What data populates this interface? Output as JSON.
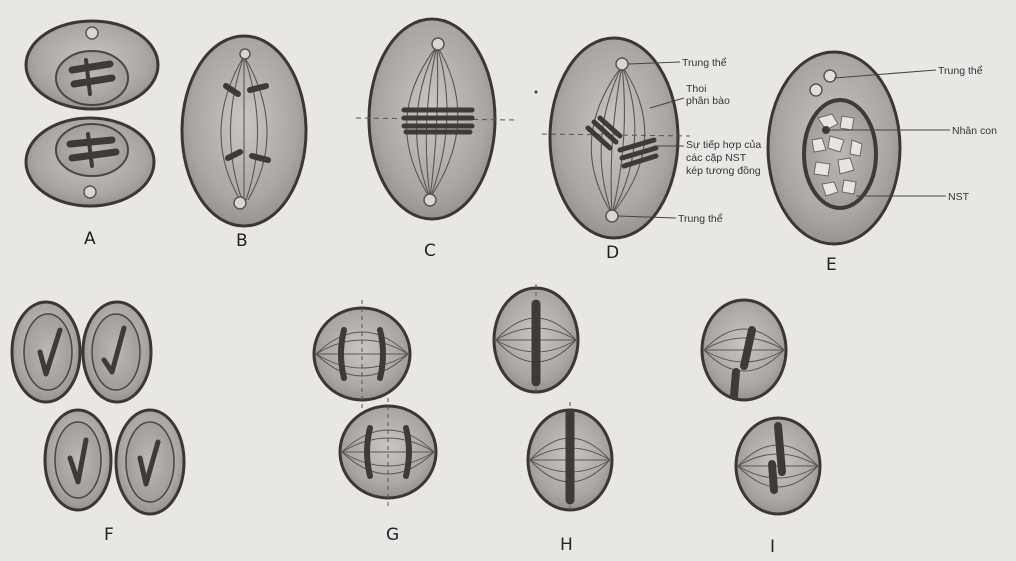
{
  "panels": {
    "A": "A",
    "B": "B",
    "C": "C",
    "D": "D",
    "E": "E",
    "F": "F",
    "G": "G",
    "H": "H",
    "I": "I"
  },
  "annotations": {
    "d_centrosome_top": "Trung thể",
    "d_spindle_1": "Thoi",
    "d_spindle_2": "phân bào",
    "d_pairing_1": "Sự tiếp hợp của",
    "d_pairing_2": "các cặp NST",
    "d_pairing_3": "kép tương đồng",
    "d_centrosome_bottom": "Trung thể",
    "e_centrosome": "Trung thể",
    "e_nucleolus": "Nhân con",
    "e_chromosome": "NST"
  },
  "colors": {
    "background": "#e9e7e3",
    "cell_fill": "#a9a5a0",
    "cell_outline": "#3a3735",
    "chromosome": "#3d3a38",
    "spindle": "#5a5653"
  }
}
